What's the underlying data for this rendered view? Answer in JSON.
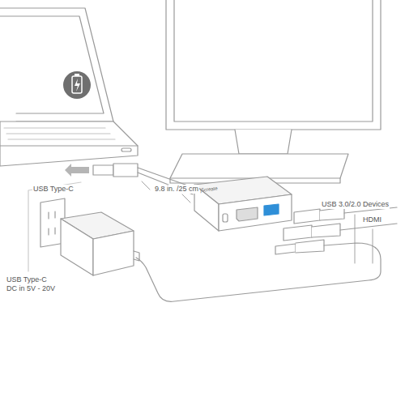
{
  "diagram": {
    "labels": [
      "USB Type-C",
      "9.8 in. /25 cm",
      "USB 3.0/2.0 Devices",
      "HDMI",
      "USB Type-C DC in 5V - 20V",
      "j5create"
    ]
  }
}
